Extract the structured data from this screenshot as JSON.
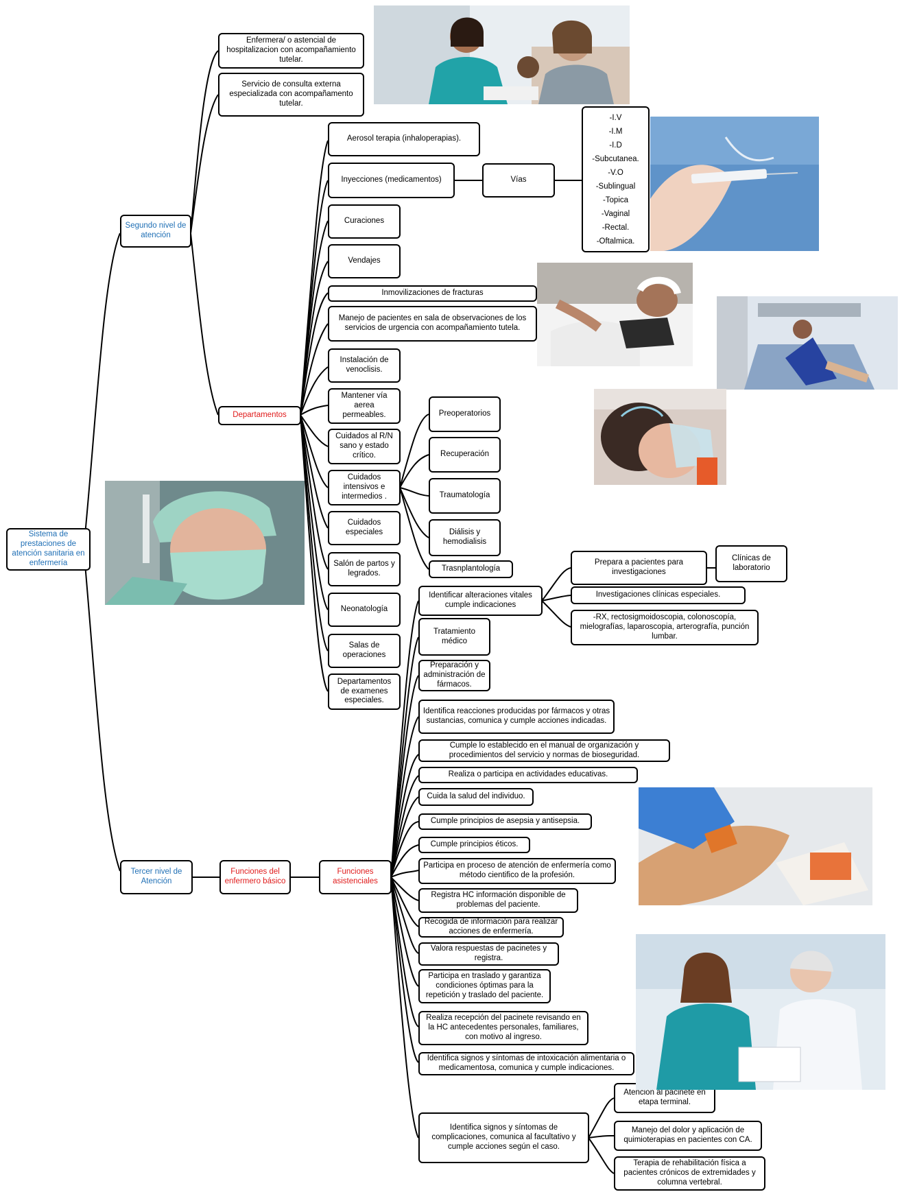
{
  "root": "Sistema de prestaciones de atención sanitaria en enfermería",
  "second_level": {
    "label": "Segundo nivel de atención",
    "items": [
      "Enfermera/ o astencial de hospitalizacion con acompañamiento tutelar.",
      "Servicio de consulta externa especializada con acompañamento tutelar."
    ]
  },
  "departamentos": {
    "label": "Departamentos",
    "items": [
      "Aerosol terapia (inhaloperapias).",
      "Inyecciones (medicamentos)",
      "Curaciones",
      "Vendajes",
      "Inmovilizaciones de fracturas",
      "Manejo de pacientes en sala de observaciones de los servicios de urgencia con acompañamiento tutela.",
      "Instalación de venoclisis.",
      "Mantener vía aerea permeables.",
      "Cuidados al R/N sano y estado crítico.",
      "Cuidados intensivos e intermedios .",
      "Cuidados especiales",
      "Salón de partos y legrados.",
      "Neonatología",
      "Salas de operaciones",
      "Departamentos de examenes especiales."
    ],
    "vias_label": "Vías",
    "vias": [
      "-I.V",
      "-I.M",
      "-I.D",
      "-Subcutanea.",
      "-V.O",
      "-Sublingual",
      "-Topica",
      "-Vaginal",
      "-Rectal.",
      "-Oftalmica."
    ],
    "intensivos": [
      "Preoperatorios",
      "Recuperación",
      "Traumatología",
      "Diálisis y hemodialisis",
      "Trasnplantología"
    ]
  },
  "third_level": {
    "label": "Tercer nivel de Atención",
    "funciones_basico": "Funciones del enfermero básico",
    "funciones_asistenciales": "Funciones asistenciales",
    "items": [
      "Identificar alteraciones vitales cumple indicaciones",
      "Tratamiento médico",
      "Preparación y administración de fármacos.",
      "Identifica reacciones producidas por fármacos  y otras sustancias, comunica y cumple acciones indicadas.",
      "Cumple lo establecido en el manual de organización y procedimientos del servicio y normas de bioseguridad.",
      "Realiza o participa en actividades educativas.",
      "Cuida la salud del individuo.",
      "Cumple principios de asepsia y antisepsia.",
      "Cumple principios éticos.",
      "Participa en proceso de atención de enfermería como método cientifico de la profesión.",
      "Registra HC información disponible de problemas del paciente.",
      "Recogida de información para realizar acciones de enfermería.",
      "Valora respuestas de pacinetes y registra.",
      "Participa en traslado y garantiza condiciones óptimas para la repetición y traslado del paciente.",
      "Realiza recepción del pacinete revisando en la HC antecedentes personales, familiares, con motivo al ingreso.",
      "Identifica signos y síntomas de intoxicación alimentaria o medicamentosa, comunica y cumple indicaciones.",
      "Identifica signos y síntomas de complicaciones, comunica al facultativo y cumple acciones según el caso."
    ],
    "alteraciones_sub": [
      "Prepara a pacientes para investigaciones",
      "Investigaciones clínicas especiales.",
      "-RX, rectosigmoidoscopia, colonoscopía, mielografías, laparoscopia, arterografía, punción lumbar."
    ],
    "clinicas": "Clínicas de laboratorio",
    "complicaciones_sub": [
      "Atención al pacinete en etapa terminal.",
      "Manejo del dolor y aplicación de quimioterapias en pacientes con CA.",
      "Terapia de rehabilitación física a pacientes crónicos de extremidades y columna vertebral."
    ]
  },
  "colors": {
    "blue_label": "#1f6fb5",
    "red_label": "#e01b1b"
  },
  "photos": [
    "nurse-consult-photo",
    "syringe-photo",
    "patient-bed-photo",
    "hospital-bed-photo",
    "child-nebulizer-photo",
    "surgeon-photo",
    "antiseptic-wipe-photo",
    "nurse-elderly-photo"
  ]
}
